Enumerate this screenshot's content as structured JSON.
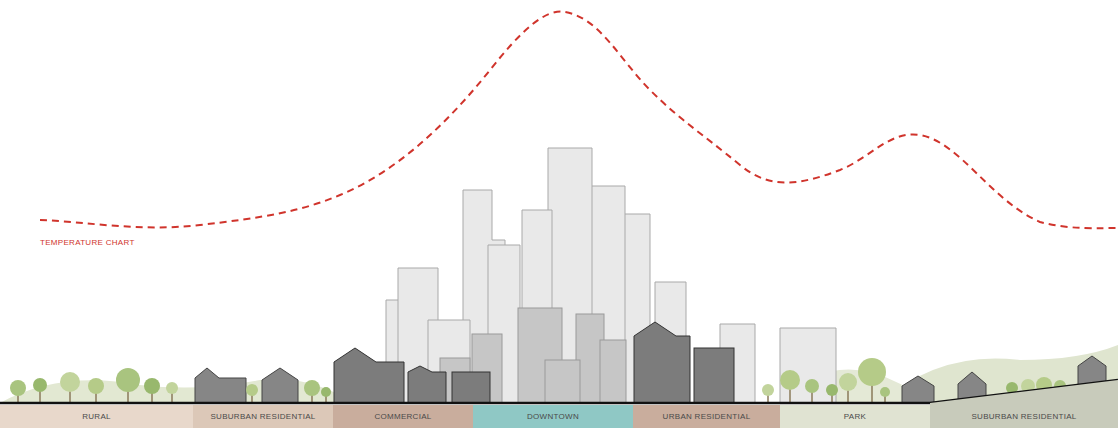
{
  "diagram": {
    "nodes": [
      {
        "text": [
          "RURAL"
        ]
      },
      {
        "text": [
          "SUBURBAN RESIDENTIAL"
        ]
      },
      {
        "text": [
          "COMMERCIAL"
        ]
      },
      {
        "text": [
          "DOWNTOWN"
        ]
      },
      {
        "text": [
          "URBAN RESIDENTIAL"
        ]
      },
      {
        "text": [
          "PARK"
        ]
      },
      {
        "text": [
          "SUBURBAN RESIDENTIAL"
        ]
      }
    ],
    "labels": [
      "TEMPERATURE CHART"
    ]
  }
}
